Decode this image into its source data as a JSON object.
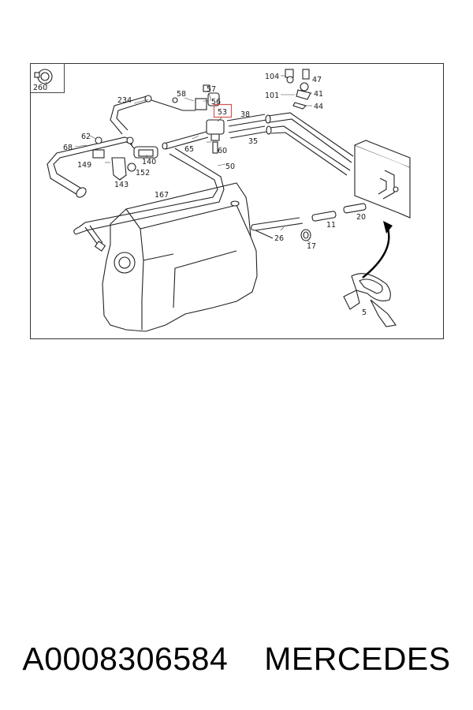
{
  "caption": {
    "part_number": "A0008306584",
    "brand": "MERCEDES"
  },
  "diagram": {
    "highlighted_callout": "53",
    "highlight_color": "#d9534f",
    "callouts": [
      "260",
      "234",
      "58",
      "57",
      "56",
      "53",
      "38",
      "35",
      "65",
      "60",
      "50",
      "62",
      "68",
      "140",
      "149",
      "152",
      "143",
      "167",
      "104",
      "47",
      "101",
      "41",
      "44",
      "26",
      "17",
      "11",
      "20",
      "5"
    ]
  }
}
